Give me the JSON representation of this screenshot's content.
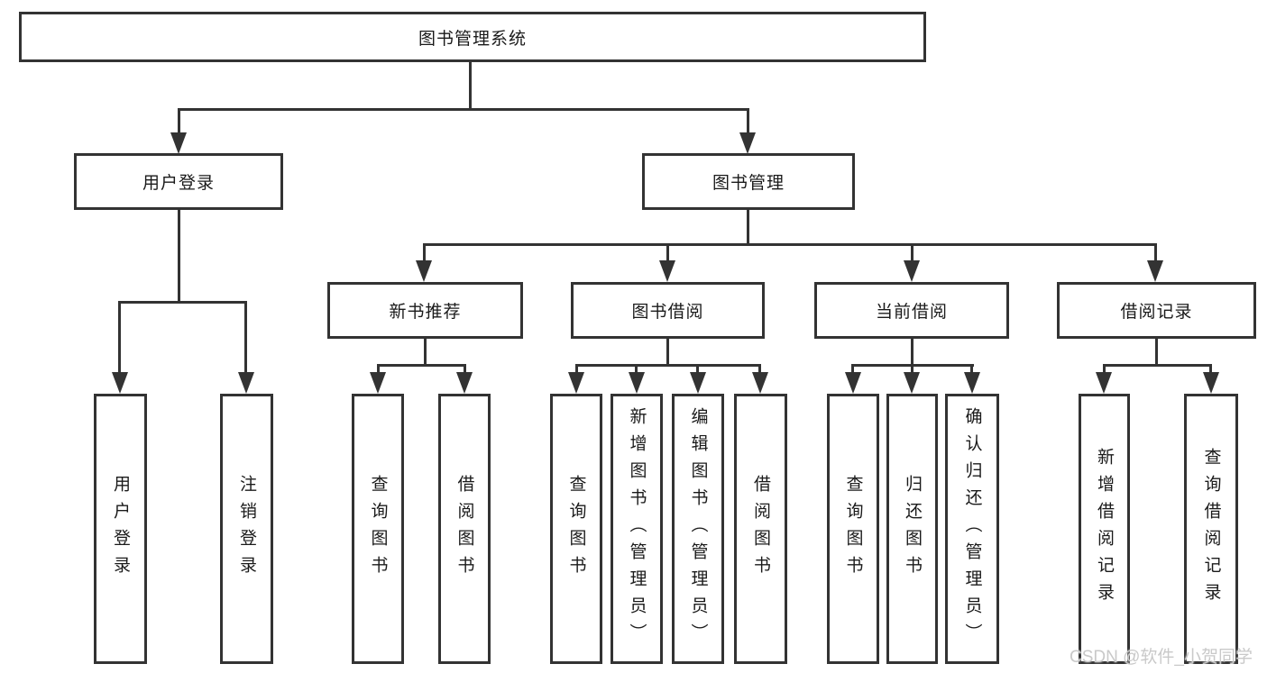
{
  "diagram": {
    "kind": "functional-structure-tree",
    "palette": {
      "line": "#333333",
      "text": "#1a1a1a",
      "background": "#ffffff",
      "watermark": "#c9c9c9"
    },
    "tree": {
      "root": {
        "label": "图书管理系统"
      },
      "level2": [
        {
          "id": "user-login",
          "label": "用户登录",
          "leaves": [
            "用户登录",
            "注销登录"
          ]
        },
        {
          "id": "book-management",
          "label": "图书管理",
          "groups": [
            {
              "id": "new-book-recommend",
              "label": "新书推荐",
              "leaves": [
                "查询图书",
                "借阅图书"
              ]
            },
            {
              "id": "book-borrowing",
              "label": "图书借阅",
              "leaves": [
                "查询图书",
                "新增图书（管理员）",
                "编辑图书（管理员）",
                "借阅图书"
              ]
            },
            {
              "id": "current-borrowing",
              "label": "当前借阅",
              "leaves": [
                "查询图书",
                "归还图书",
                "确认归还（管理员）"
              ]
            },
            {
              "id": "borrowing-records",
              "label": "借阅记录",
              "leaves": [
                "新增借阅记录",
                "查询借阅记录"
              ]
            }
          ]
        }
      ]
    },
    "watermark": {
      "text": "CSDN @软件_小贺同学"
    }
  }
}
